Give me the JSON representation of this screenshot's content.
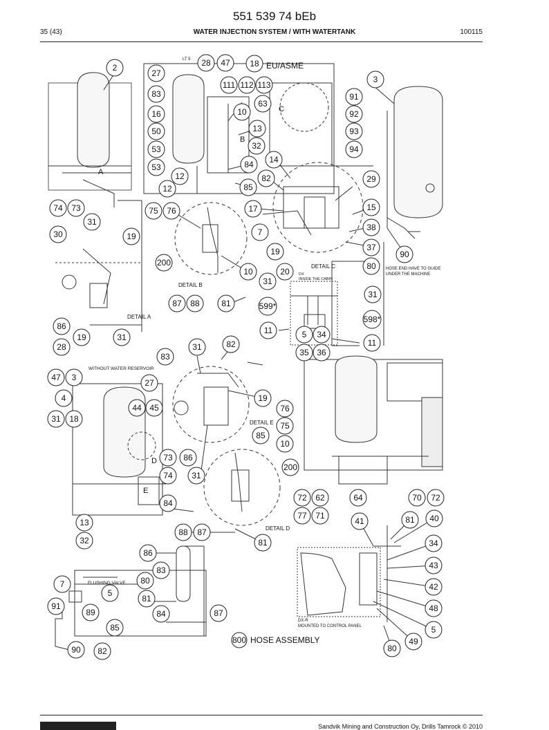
{
  "header": {
    "doc_number": "551 539 74 bEb",
    "page": "35 (43)",
    "title": "WATER INJECTION SYSTEM / WITH WATERTANK",
    "code": "100115"
  },
  "labels": {
    "eu_asme": "EU/ASME",
    "lt5": "LT 5",
    "letter_c": "C",
    "letter_b": "B",
    "letter_a": "A",
    "letter_e": "E",
    "letter_d": "D",
    "detail_a": "DETAIL A",
    "detail_b": "DETAIL B",
    "detail_c": "DETAIL C",
    "detail_d": "DETAIL D",
    "detail_e": "DETAIL E",
    "dx_inside": "DX",
    "inside_cabin": "INSIDE THE CABIN",
    "hose_guide_1": "HOSE END HAVE TO GUIDE",
    "hose_guide_2": "UNDER THE MACHINE",
    "without_reservoir": "WITHOUT WATER RESERVOIR",
    "flushing_valve": "FLUSHING VALVE",
    "dxr": "DX-R",
    "mounted_panel": "MOUNTED TO CONTROL PANEL",
    "hose_assembly": "HOSE ASSEMBLY",
    "hose_assembly_num": "800"
  },
  "callouts": [
    "2",
    "28",
    "47",
    "18",
    "27",
    "83",
    "111",
    "112",
    "113",
    "63",
    "16",
    "10",
    "50",
    "13",
    "53",
    "32",
    "12",
    "53",
    "12",
    "84",
    "85",
    "82",
    "14",
    "3",
    "91",
    "92",
    "93",
    "94",
    "29",
    "74",
    "73",
    "75",
    "76",
    "17",
    "15",
    "31",
    "7",
    "38",
    "30",
    "19",
    "19",
    "37",
    "90",
    "200",
    "10",
    "20",
    "80",
    "31",
    "31",
    "87",
    "88",
    "81",
    "599*",
    "598*",
    "86",
    "11",
    "5",
    "34",
    "11",
    "19",
    "31",
    "28",
    "35",
    "36",
    "83",
    "31",
    "82",
    "47",
    "3",
    "27",
    "4",
    "19",
    "31",
    "18",
    "44",
    "45",
    "76",
    "75",
    "85",
    "10",
    "73",
    "86",
    "200",
    "74",
    "31",
    "72",
    "62",
    "64",
    "70",
    "72",
    "77",
    "71",
    "84",
    "13",
    "41",
    "81",
    "40",
    "32",
    "88",
    "87",
    "81",
    "34",
    "86",
    "83",
    "43",
    "7",
    "80",
    "5",
    "81",
    "42",
    "91",
    "89",
    "84",
    "87",
    "48",
    "85",
    "5",
    "90",
    "82",
    "49",
    "80"
  ],
  "footer": {
    "text": "Sandvik Mining and Construction Oy, Drills Tamrock © 2010"
  }
}
